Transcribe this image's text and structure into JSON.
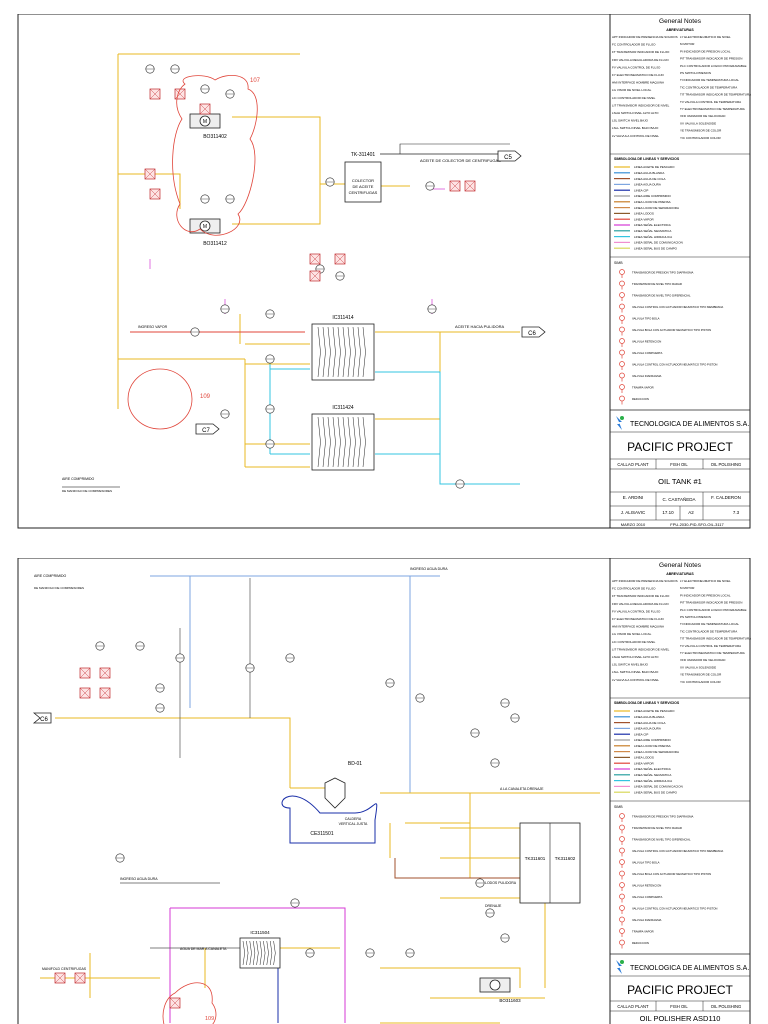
{
  "sheet1": {
    "equipment": {
      "pump_top": "BO311402",
      "pump_bottom": "BO311412",
      "tank": "TK-311401",
      "tank_desc": [
        "COLECTOR",
        "DE ACEITE",
        "CENTRIFUGAS"
      ],
      "hx_top": "IC311414",
      "hx_bottom": "IC311424"
    },
    "lines": {
      "aceite_colector": "ACEITE DE COLECTOR DE CENTRIFUGAS",
      "ingreso_vapor": "INGRESO VAPOR",
      "aceite_pulidora": "ACEITE HACIA PULIDORA",
      "aire": "AIRE COMPRIMIDO",
      "aire_sub": "DE MANIFOLD DE COMPRESORES"
    },
    "connectors": [
      "C5",
      "C6",
      "C7"
    ],
    "clouds": [
      "107",
      "109"
    ]
  },
  "sheet2": {
    "equipment": {
      "bd": "BD-01",
      "bd_desc": [
        "CALDERA",
        "VERTICAL JUSTA"
      ],
      "ce": "CE311501",
      "tk1": "TK311601",
      "tk2": "TK311602",
      "hx": "IC311504",
      "pump": "BO311603"
    },
    "lines": {
      "agua_top": "INGRESO AGUA DURA",
      "aire": "AIRE COMPRIMIDO",
      "aire_sub": "DE MANIFOLD DE COMPRESORES",
      "ingreso_agua": "INGRESO AGUA DURA",
      "lodos": "LODOS PULIDORA",
      "drenaje": "DRENAJE",
      "agua_caliente": "AGUA DE MAR A CANALETA",
      "ingreso_caldera": "A LA CANALETA DRENAJE",
      "mangueras": "MANIFOLD CENTRIFUGAS"
    },
    "connectors": [
      "C6"
    ],
    "clouds": [
      "109"
    ]
  },
  "titleblock": {
    "notes_title": "General Notes",
    "abbr_title": "ABREVIATURAS",
    "abbr_left": [
      "APT INDICADOR DE PRESENCIA DE SOLIDOS",
      "FC CONTROLADOR DE FLUJO",
      "FT TRANSMISOR INDICADOR DE FLUJO",
      "FRV VALVULA REGULADORA DE FLUJO",
      "FV VALVULA CONTROL DE FLUJO",
      "FY ELECTRONEUMATICO DE FLUJO",
      "HMI INTERFACE HOMBRE MAQUINA",
      "LG VISOR DE NIVEL LOCAL",
      "LIC CONTROLADOR DE NIVEL",
      "LIT TRANSMISOR INDICADOR DE NIVEL",
      "LSHH SWITCH NIVEL ALTO ALTO",
      "LSL SWITCH NIVEL BAJO",
      "LSLL SWITCH NIVEL BAJO BAJO",
      "LV VALVULA CONTROL DE NIVEL"
    ],
    "abbr_right": [
      "LY ELECTRONEUMATICO DE NIVEL",
      "M MOTOR",
      "PI INDICADOR DE PRESION LOCAL",
      "PIT TRANSMISOR INDICADOR DE PRESION",
      "PLC CONTROLADOR LOGICO PROGRAMABLE",
      "PS SWITCH PRESION",
      "TI INDICADOR DE TEMPERATURA LOCAL",
      "TIC CONTROLADOR DE TEMPERATURA",
      "TIT TRANSMISOR INDICADOR DE TEMPERATURA",
      "TV VALVULA CONTROL DE TEMPERATURA",
      "TY ELECTRONEUMATICO DE TEMPERATURA",
      "VFD VARIADOR DE VELOCIDAD",
      "XV VALVULA SOLENOIDE",
      "YE TRANSMISOR DE COLOR",
      "YIC CONTROLADOR COLOR"
    ],
    "legend_title": "SIMBOLOGIA DE LINEAS Y SERVICIOS",
    "legend": [
      {
        "label": "LINEA ACEITE DE PESCADO",
        "color": "#e8b923"
      },
      {
        "label": "LINEA AGUA BLANDA",
        "color": "#3a8fd6"
      },
      {
        "label": "LINEA AGUA DE COLA",
        "color": "#a0522d"
      },
      {
        "label": "LINEA AGUA DURA",
        "color": "#7ea6e0"
      },
      {
        "label": "LINEA CIP",
        "color": "#1a2fa8"
      },
      {
        "label": "LINEA AIRE COMPRIMIDO",
        "color": "#9a9a9a"
      },
      {
        "label": "LINEA LICOR DE PRENSA",
        "color": "#c87f2a"
      },
      {
        "label": "LINEA LICOR DE SEPARADORA",
        "color": "#d08a4a"
      },
      {
        "label": "LINEA LODOS",
        "color": "#8b5a2b"
      },
      {
        "label": "LINEA VAPOR",
        "color": "#e0453a"
      },
      {
        "label": "LINEA SEÑAL ELECTRICA",
        "color": "#d63ad6"
      },
      {
        "label": "LINEA SEÑAL NEUMATICA",
        "color": "#2aa0a0"
      },
      {
        "label": "LINEA SEÑAL HIDRAULICA",
        "color": "#33c4e0"
      },
      {
        "label": "LINEA SEÑAL DE COMUNICACION",
        "color": "#f08fd0"
      },
      {
        "label": "LINEA SEÑAL BUS DE CAMPO",
        "color": "#d8d85a"
      }
    ],
    "symbols_title": "SIMB",
    "symbols": [
      "TRANSMISOR DE PRESION TIPO DIAFRAGMA",
      "TRANSMISOR DE NIVEL TIPO RADAR",
      "TRANSMISOR DE NIVEL TIPO DIFERENCIAL",
      "VALVULA CONTROL CON ACTUADOR NEUMATICO TIPO MEMBRANA",
      "VALVULA TIPO BOLA",
      "VALVULA BOLA CON ACTUADOR NEUMATICO TIPO PISTON",
      "VALVULA RETENCION",
      "VALVULA COMPUERTA",
      "VALVULA CONTROL CON ACTUADOR NEUMATICO TIPO PISTON",
      "VALVULA DIAFRAGMA",
      "TRAMPA VAPOR",
      "REDUCCION"
    ],
    "company": "TECNOLOGICA DE ALIMENTOS S.A.",
    "project": "PACIFIC PROJECT",
    "tags": [
      "CALLAO PLANT",
      "FISH OIL",
      "OIL POLISHING"
    ],
    "sheet1_title": "OIL TANK #1",
    "sheet2_title": "OIL POLISHER ASD110",
    "people_row1": [
      "E. ARDINI",
      "C. CASTAÑEDA",
      "F. CALDERON"
    ],
    "people_row2": [
      "J. ALISAVIC",
      "17.10",
      "A2",
      "7.3"
    ],
    "date": "MARZO 2010",
    "drawing_no": "FPU-2030-PID-SFO-OIL-3117"
  }
}
